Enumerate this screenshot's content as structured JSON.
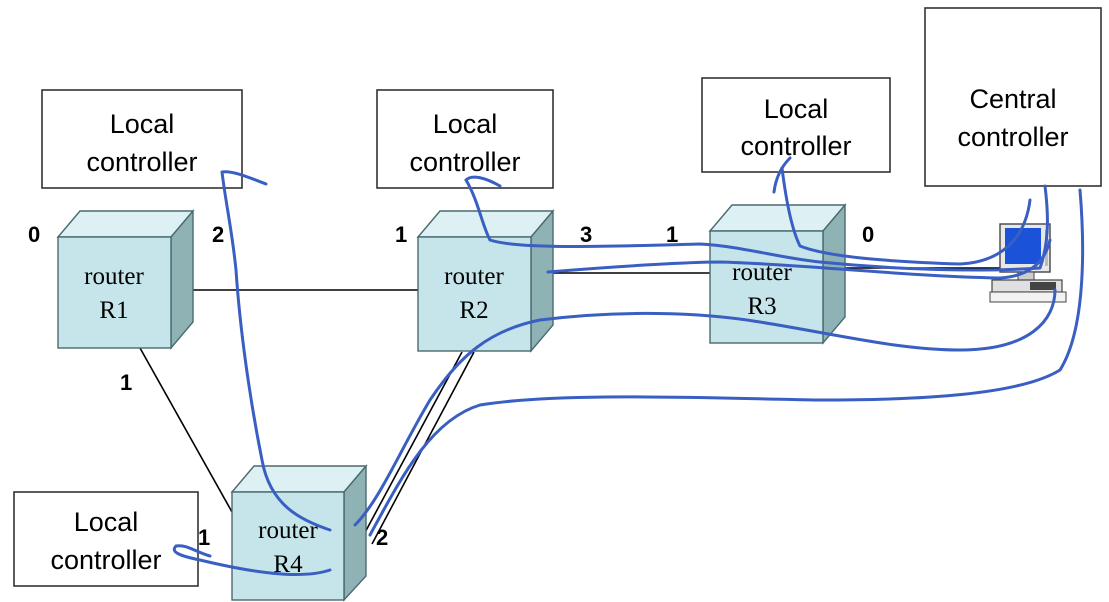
{
  "local_controllers": [
    {
      "line1": "Local",
      "line2": "controller"
    },
    {
      "line1": "Local",
      "line2": "controller"
    },
    {
      "line1": "Local",
      "line2": "controller"
    },
    {
      "line1": "Local",
      "line2": "controller"
    }
  ],
  "central_controller": {
    "line1": "Central",
    "line2": "controller"
  },
  "routers": [
    {
      "line1": "router",
      "line2": "R1"
    },
    {
      "line1": "router",
      "line2": "R2"
    },
    {
      "line1": "router",
      "line2": "R3"
    },
    {
      "line1": "router",
      "line2": "R4"
    }
  ],
  "ports": {
    "r1_left": "0",
    "r1_right": "2",
    "r1_bottom": "1",
    "r2_left": "1",
    "r2_right": "3",
    "r3_left": "1",
    "r3_right": "0",
    "r4_left": "1",
    "r4_right": "2"
  },
  "colors": {
    "router_face": "#c5e5ea",
    "router_side": "#8fb2b5",
    "annotation_ink": "#3a5fc2",
    "monitor_screen": "#1a53d8"
  },
  "icons": {
    "central_computer": "computer-icon"
  }
}
